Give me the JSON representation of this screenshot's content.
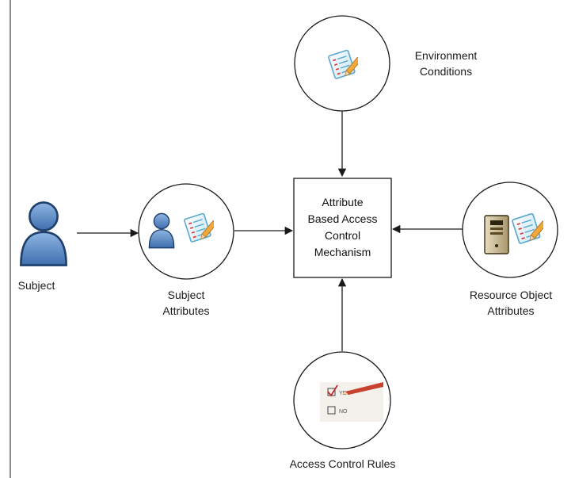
{
  "nodes": {
    "center": {
      "label": "Attribute\nBased Access\nControl\nMechanism"
    },
    "environment": {
      "label": "Environment\nConditions",
      "icon": "checklist-icon"
    },
    "subject": {
      "label": "Subject",
      "icon": "person-icon"
    },
    "subject_attributes": {
      "label": "Subject\nAttributes",
      "icon": "person-checklist-icon"
    },
    "resource_attributes": {
      "label": "Resource Object\nAttributes",
      "icon": "server-checklist-icon"
    },
    "rules": {
      "label": "Access Control Rules",
      "icon": "checkbox-pencil-icon"
    }
  },
  "rules_image": {
    "yes_text": "YES",
    "no_text": "NO"
  },
  "colors": {
    "line": "#1a1a1a",
    "person": "#5b8bc7",
    "person_dark": "#2f5c95",
    "paper": "#a9d8ef",
    "server": "#7a6a45",
    "pencil": "#e0942d",
    "check_red": "#c1272d"
  }
}
